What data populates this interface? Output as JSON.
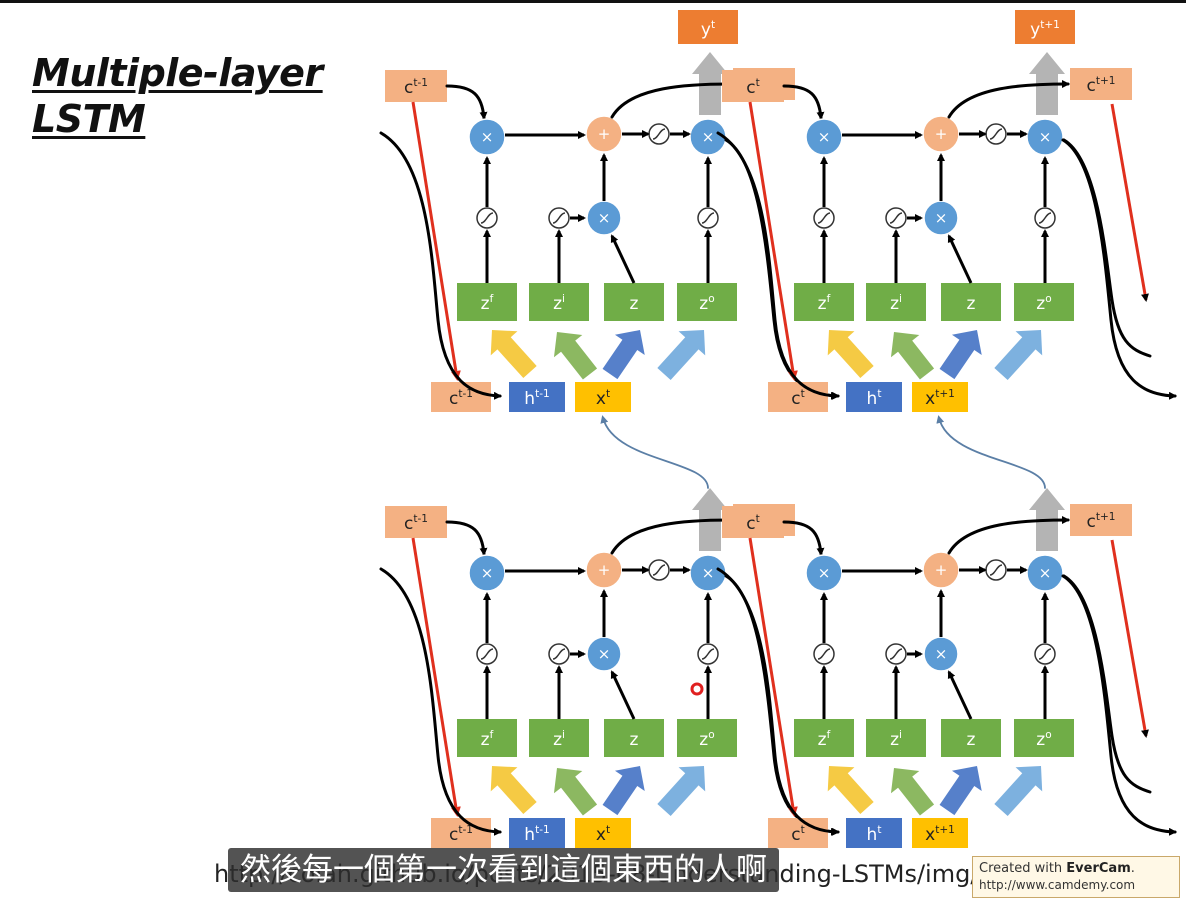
{
  "slide": {
    "title_line1": "Multiple-layer",
    "title_line2": "LSTM"
  },
  "diagram": {
    "blocks": [
      {
        "name": "top-left",
        "c_in": "c",
        "c_in_sup": "t-1",
        "c_out": "c",
        "c_out_sup": "t",
        "y": "y",
        "y_sup": "t",
        "gates": [
          {
            "b": "z",
            "s": "f"
          },
          {
            "b": "z",
            "s": "i"
          },
          {
            "b": "z",
            "s": ""
          },
          {
            "b": "z",
            "s": "o"
          }
        ],
        "inputs": [
          {
            "b": "c",
            "s": "t-1"
          },
          {
            "b": "h",
            "s": "t-1"
          },
          {
            "b": "x",
            "s": "t"
          }
        ]
      },
      {
        "name": "top-right",
        "c_in": "c",
        "c_in_sup": "t",
        "c_out": "c",
        "c_out_sup": "t+1",
        "y": "y",
        "y_sup": "t+1",
        "gates": [
          {
            "b": "z",
            "s": "f"
          },
          {
            "b": "z",
            "s": "i"
          },
          {
            "b": "z",
            "s": ""
          },
          {
            "b": "z",
            "s": "o"
          }
        ],
        "inputs": [
          {
            "b": "c",
            "s": "t"
          },
          {
            "b": "h",
            "s": "t"
          },
          {
            "b": "x",
            "s": "t+1"
          }
        ]
      },
      {
        "name": "bottom-left",
        "c_in": "c",
        "c_in_sup": "t-1",
        "c_out": "c",
        "c_out_sup": "t",
        "y": "",
        "y_sup": "",
        "gates": [
          {
            "b": "z",
            "s": "f"
          },
          {
            "b": "z",
            "s": "i"
          },
          {
            "b": "z",
            "s": ""
          },
          {
            "b": "z",
            "s": "o"
          }
        ],
        "inputs": [
          {
            "b": "c",
            "s": "t-1"
          },
          {
            "b": "h",
            "s": "t-1"
          },
          {
            "b": "x",
            "s": "t"
          }
        ]
      },
      {
        "name": "bottom-right",
        "c_in": "c",
        "c_in_sup": "t",
        "c_out": "c",
        "c_out_sup": "t+1",
        "y": "",
        "y_sup": "",
        "gates": [
          {
            "b": "z",
            "s": "f"
          },
          {
            "b": "z",
            "s": "i"
          },
          {
            "b": "z",
            "s": ""
          },
          {
            "b": "z",
            "s": "o"
          }
        ],
        "inputs": [
          {
            "b": "c",
            "s": "t"
          },
          {
            "b": "h",
            "s": "t"
          },
          {
            "b": "x",
            "s": "t+1"
          }
        ]
      }
    ],
    "multiply_symbol": "×",
    "plus_symbol": "+",
    "colors": {
      "gate_green": "#70AD47",
      "cell_peach": "#F4B183",
      "output_orange": "#ED7D31",
      "h_blue": "#4472C4",
      "x_yellow": "#FFC000",
      "node_blue": "#5B9BD5",
      "red_arrow": "#E0301E",
      "link_blue": "#5B7FA6"
    }
  },
  "caption": {
    "url_text": "http://colah.github.io/posts/2015-08-Understanding-LSTMs/img/2...-1.gif",
    "subtitle": "然後每一個第一次看到這個東西的人啊"
  },
  "watermark": {
    "line1_prefix": "Created with ",
    "brand": "EverCam",
    "line1_suffix": ".",
    "line2": "http://www.camdemy.com"
  }
}
